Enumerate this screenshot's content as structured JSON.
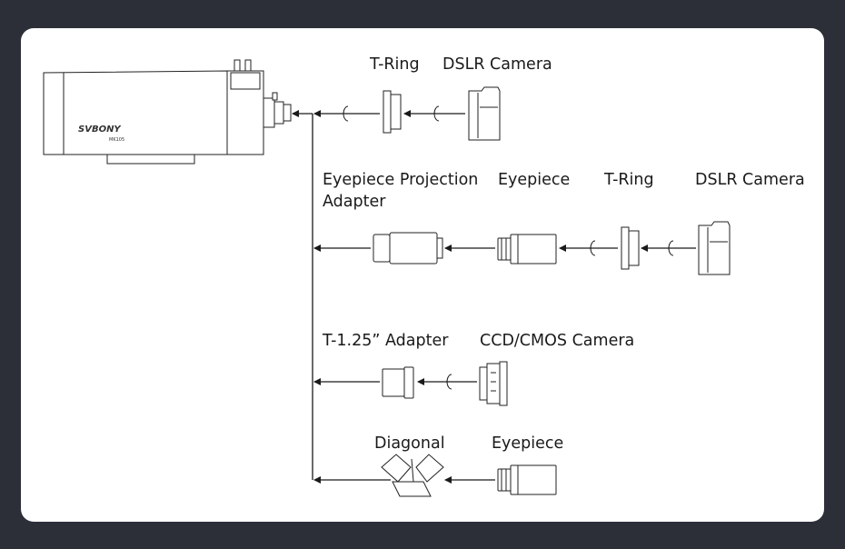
{
  "telescope": {
    "brand": "SVBONY",
    "model": "MK105"
  },
  "rows": [
    {
      "labels": [
        "T-Ring",
        "DSLR Camera"
      ]
    },
    {
      "labels": [
        "Eyepiece Projection",
        "Adapter",
        "Eyepiece",
        "T-Ring",
        "DSLR Camera"
      ]
    },
    {
      "labels": [
        "T-1.25” Adapter",
        "CCD/CMOS Camera"
      ]
    },
    {
      "labels": [
        "Diagonal",
        "Eyepiece"
      ]
    }
  ],
  "colors": {
    "background": "#2c2f38",
    "card": "#ffffff",
    "line": "#1a1a1a"
  }
}
